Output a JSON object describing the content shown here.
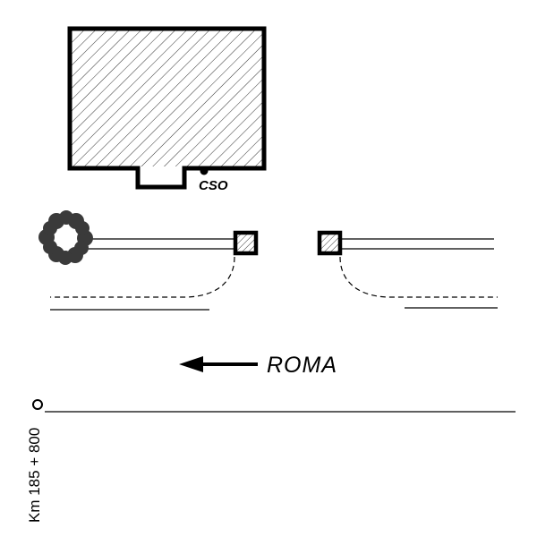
{
  "diagram": {
    "type": "site-plan-sketch",
    "labels": {
      "cso": "CSO",
      "direction": "ROMA",
      "km_marker": "Km 185 + 800"
    },
    "colors": {
      "ink": "#000000",
      "hatch": "#333333",
      "tree": "#3a3a3a",
      "background": "#ffffff"
    },
    "symbols": {
      "building": "hatched-building-footprint",
      "tree": "tree-crown-symbol",
      "gate_posts": "hatched-square-markers",
      "direction_arrow": "left-arrow",
      "km_point": "open-circle-station-marker"
    }
  }
}
